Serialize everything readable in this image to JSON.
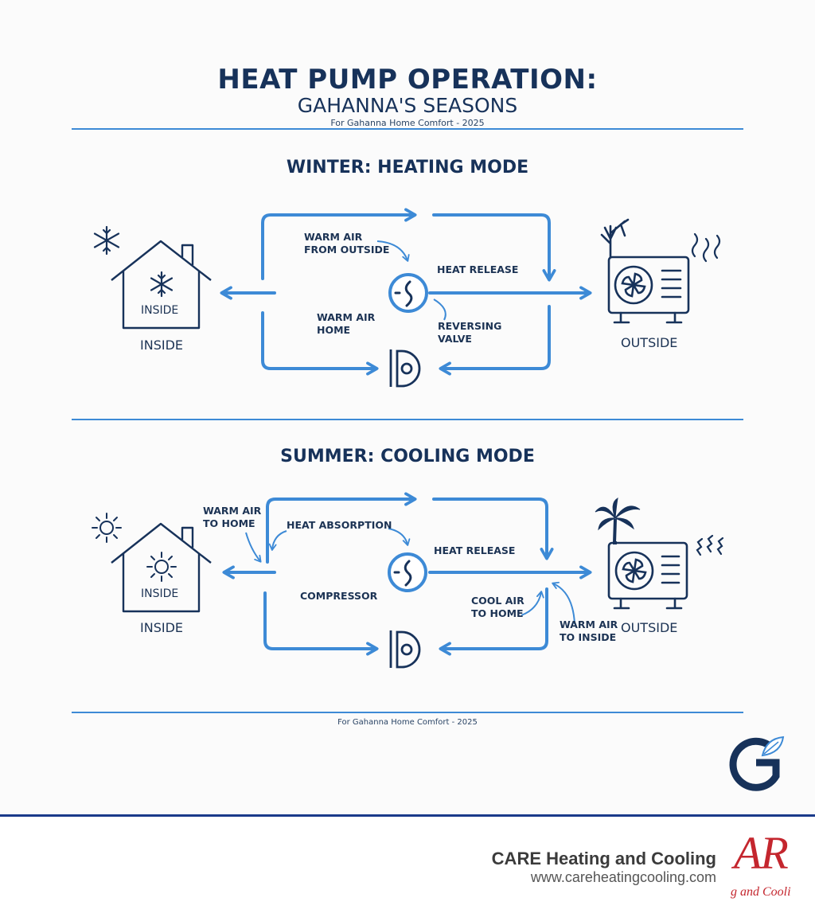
{
  "header": {
    "title": "HEAT PUMP OPERATION:",
    "subtitle": "GAHANNA'S SEASONS",
    "tagline": "For Gahanna Home Comfort - 2025"
  },
  "winter": {
    "title": "WINTER: HEATING MODE",
    "inside_icon_label": "INSIDE",
    "inside_label": "INSIDE",
    "outside_label": "OUTSIDE",
    "warm_air_from_outside": [
      "WARM AIR",
      "FROM OUTSIDE"
    ],
    "heat_release": "HEAT RELEASE",
    "warm_air_home": [
      "WARM AIR",
      "HOME"
    ],
    "reversing_valve": [
      "REVERSING",
      "VALVE"
    ]
  },
  "summer": {
    "title": "SUMMER: COOLING MODE",
    "inside_icon_label": "INSIDE",
    "inside_label": "INSIDE",
    "outside_label": "OUTSIDE",
    "warm_air_to_home": [
      "WARM AIR",
      "TO HOME"
    ],
    "heat_absorption": "HEAT ABSORPTION",
    "heat_release": "HEAT RELEASE",
    "compressor": "COMPRESSOR",
    "cool_air_to_home": [
      "COOL AIR",
      "TO HOME"
    ],
    "warm_air_to_inside": [
      "WARM AIR",
      "TO INSIDE"
    ]
  },
  "footer": {
    "tagline": "For Gahanna Home Comfort - 2025",
    "logo_letter": "G"
  },
  "brand": {
    "company": "CARE Heating and Cooling",
    "website": "www.careheatingcooling.com",
    "logo_text": "AR",
    "logo_sub": "g and Cooli"
  },
  "colors": {
    "navy": "#17325a",
    "accent_blue": "#3d8ad6",
    "brand_red": "#c4262e",
    "bar_blue": "#1a3a8a"
  }
}
